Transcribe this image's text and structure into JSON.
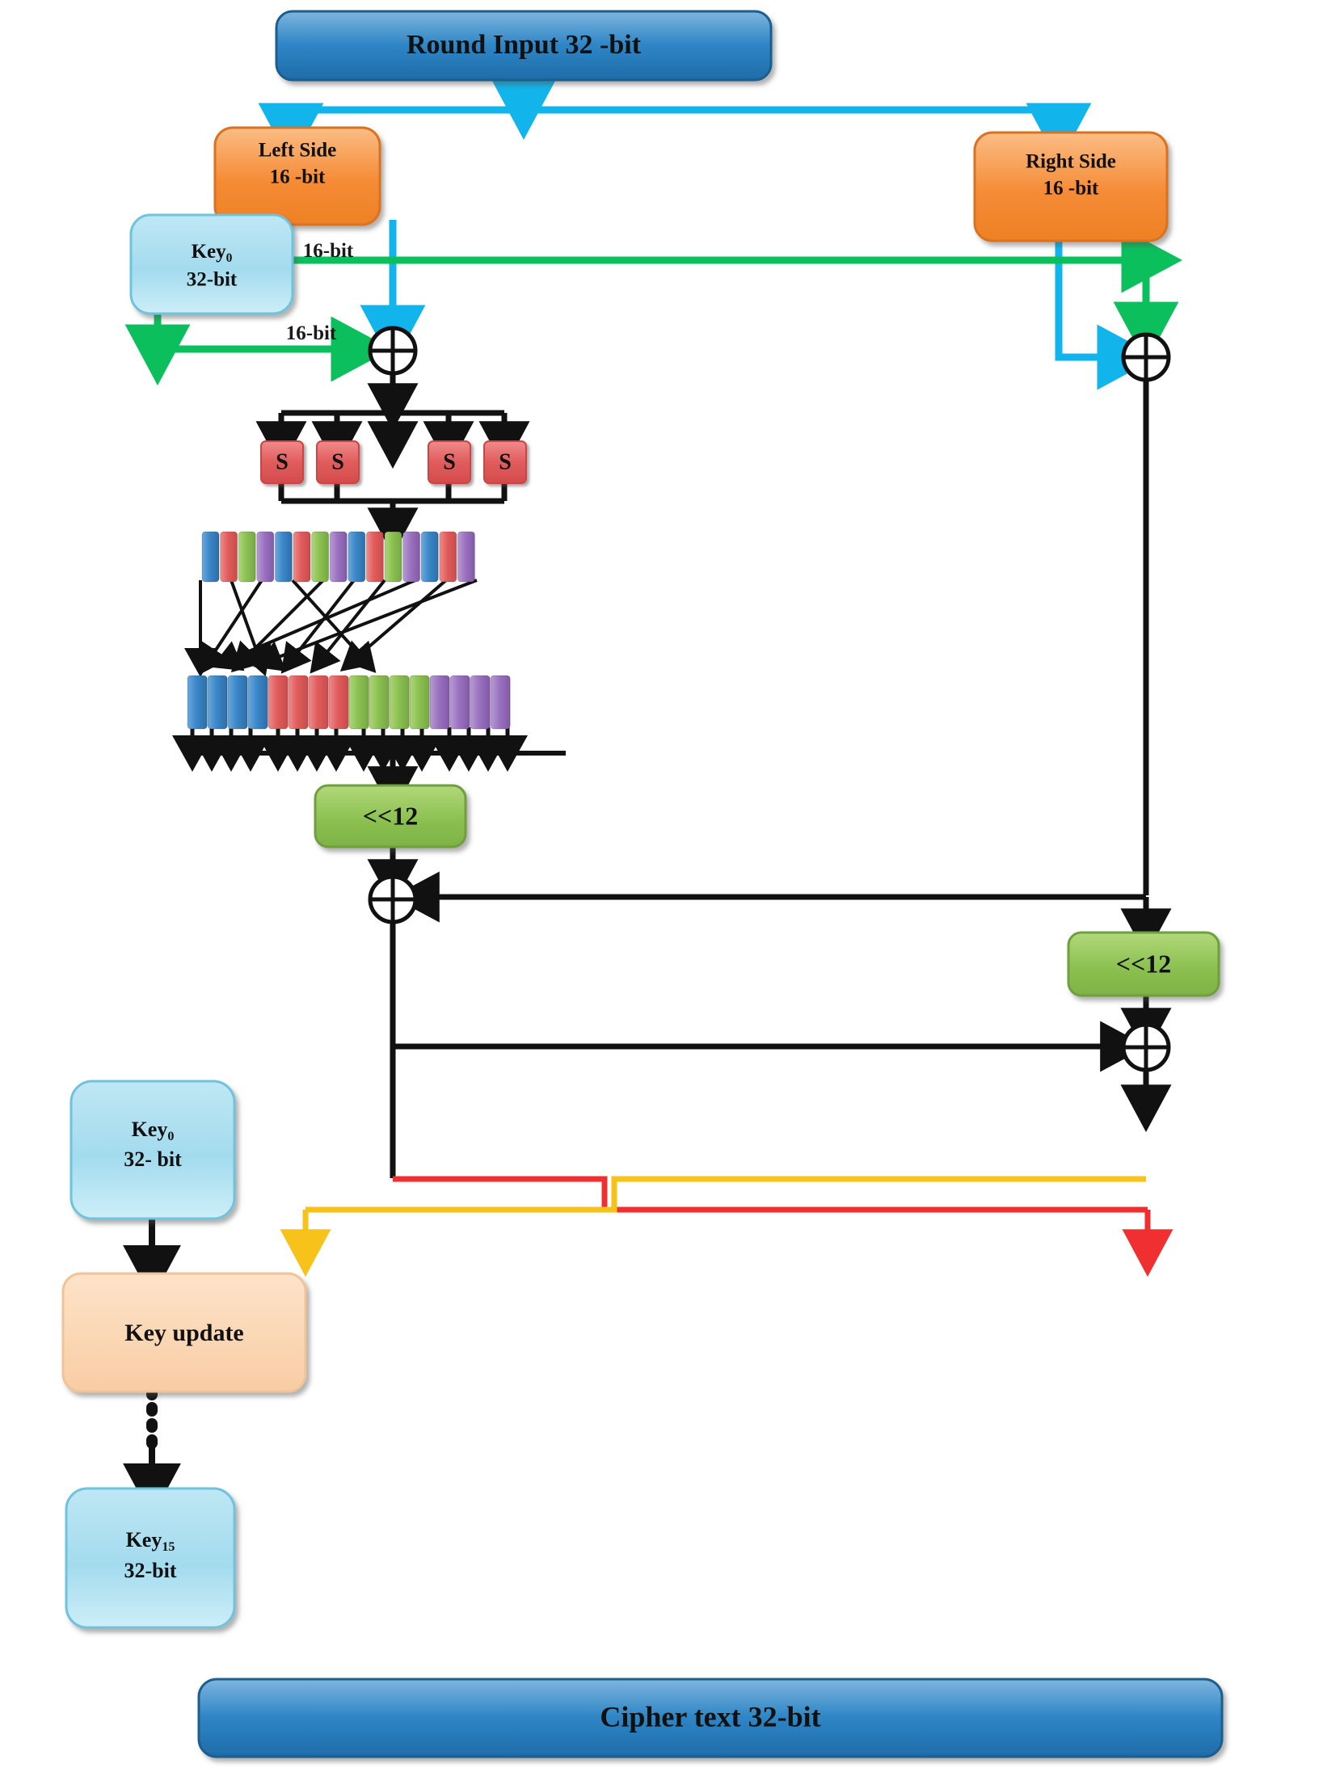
{
  "diagram": {
    "title_box": {
      "label": "Round Input 32 -bit",
      "color": "#2e86c8"
    },
    "split_boxes": [
      {
        "name": "left-side",
        "line1": "Left Side",
        "line2": "16 -bit",
        "color": "#f4913e"
      },
      {
        "name": "right-side",
        "line1": "Right Side",
        "line2": "16 -bit",
        "color": "#f4913e"
      }
    ],
    "key_boxes": [
      {
        "name": "key0-top",
        "line1": "Key",
        "sub1": "0",
        "line2": "32-bit",
        "color": "#a9dcec"
      },
      {
        "name": "key0-schedule",
        "line1": "Key",
        "sub1": "0",
        "line2": "32- bit",
        "color": "#a9dcec"
      },
      {
        "name": "key15-schedule",
        "line1": "Key",
        "sub1": "15",
        "line2": "32-bit",
        "color": "#a9dcec"
      }
    ],
    "key_update_box": {
      "label": "Key update",
      "color": "#fbd7b5"
    },
    "shift_boxes": [
      {
        "name": "shift-left",
        "label": "<<12",
        "color": "#8cc152"
      },
      {
        "name": "shift-right",
        "label": "<<12",
        "color": "#8cc152"
      }
    ],
    "sbox_label": "S",
    "sbox_count": 4,
    "sbox_color": "#e05c5c",
    "xor_symbol": "⊕",
    "xor_nodes": [
      "xor-left-key",
      "xor-right-key",
      "xor-left-feistel",
      "xor-right-feistel"
    ],
    "edge_labels": [
      {
        "name": "label-16bit-upper",
        "text": "16-bit"
      },
      {
        "name": "label-16bit-lower",
        "text": "16-bit"
      }
    ],
    "output_box": {
      "label": "Cipher text 32-bit",
      "color": "#2e86c8"
    },
    "permutation_row_1": {
      "name": "interleaved-bit-row",
      "cells": [
        "blue",
        "red",
        "green",
        "purple",
        "blue",
        "red",
        "green",
        "purple",
        "blue",
        "red",
        "green",
        "purple",
        "blue",
        "red",
        "purple"
      ]
    },
    "permutation_row_2": {
      "name": "grouped-bit-row",
      "cells": [
        "blue",
        "blue",
        "blue",
        "blue",
        "red",
        "red",
        "red",
        "red",
        "green",
        "green",
        "green",
        "green",
        "purple",
        "purple",
        "purple",
        "purple"
      ]
    },
    "cell_colors": {
      "blue": "#3b87c9",
      "red": "#e05c5c",
      "green": "#8cc152",
      "purple": "#9b72c0"
    },
    "wire_colors": {
      "cyan": "#12b4ec",
      "green": "#0bbf5c",
      "black": "#111111",
      "red": "#f03030",
      "yellow": "#f7c21a"
    }
  }
}
